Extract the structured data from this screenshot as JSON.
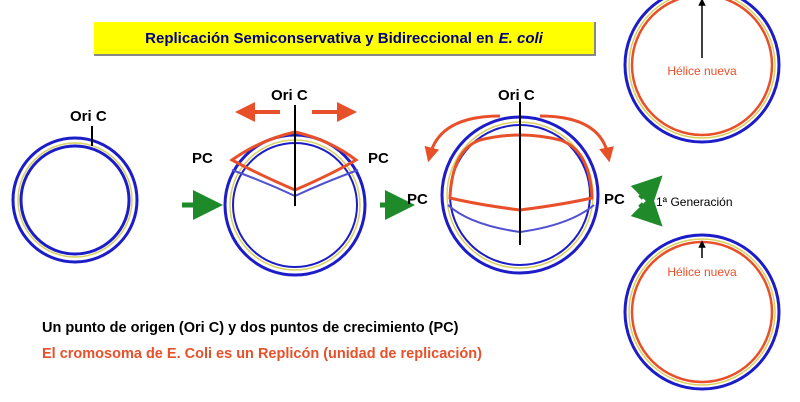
{
  "title": {
    "main": "Replicación Semiconservativa y Bidireccional en",
    "italic": "E. coli"
  },
  "labels": {
    "ori_c": "Ori C",
    "pc": "PC",
    "generation": "1ª Generación",
    "new_helix": "Hélice nueva"
  },
  "captions": {
    "line1": "Un punto de origen (Ori C) y dos puntos de crecimiento (PC)",
    "line2": "El cromosoma de E. Coli es un Replicón (unidad de replicación)"
  },
  "colors": {
    "blue": "#1c1cc8",
    "red": "#e8502a",
    "green": "#1e8a2a",
    "yellow": "#ffff00"
  }
}
